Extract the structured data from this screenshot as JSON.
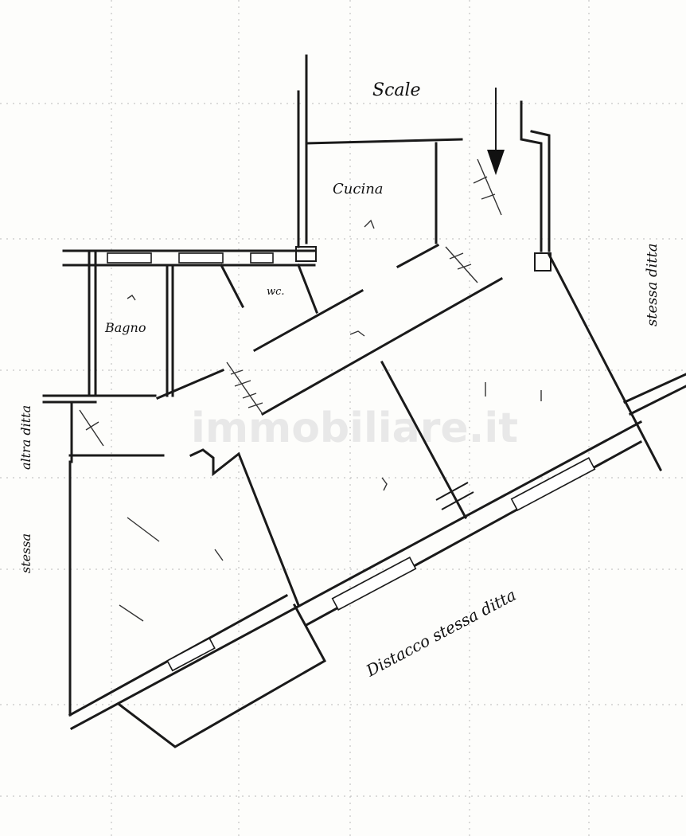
{
  "labels": {
    "scale": "Scale",
    "cucina": "Cucina",
    "bagno": "Bagno",
    "wc": "wc.",
    "distacco": "Distacco stessa ditta",
    "stessa_ditta": "stessa ditta",
    "altra_ditta": "altra ditta",
    "stessa_left": "stessa"
  },
  "watermark": "immobiliare.it",
  "colors": {
    "ink": "#1a1a1a",
    "grid": "#b9b9b9",
    "paper": "#fdfdfb"
  }
}
